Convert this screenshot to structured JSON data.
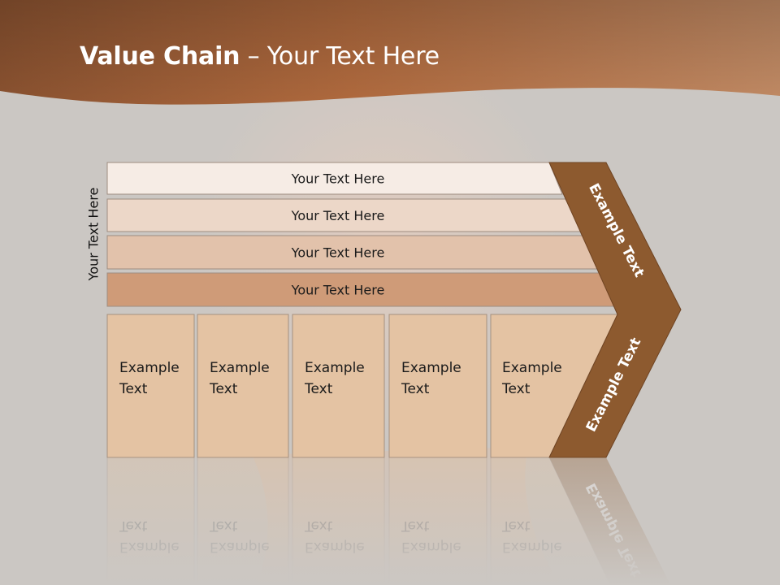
{
  "slide": {
    "title_bold": "Value Chain",
    "title_rest": " – Your Text Here",
    "side_label": "Your Text Here"
  },
  "rows": [
    {
      "label": "Your Text Here",
      "color": "#f6ece5"
    },
    {
      "label": "Your Text Here",
      "color": "#ecd7c8"
    },
    {
      "label": "Your Text Here",
      "color": "#e2c2ab"
    },
    {
      "label": "Your Text Here",
      "color": "#cf9b78"
    }
  ],
  "columns": [
    {
      "line1": "Example",
      "line2": "Text"
    },
    {
      "line1": "Example",
      "line2": "Text"
    },
    {
      "line1": "Example",
      "line2": "Text"
    },
    {
      "line1": "Example",
      "line2": "Text"
    },
    {
      "line1": "Example",
      "line2": "Text"
    }
  ],
  "chevron": {
    "top_label": "Example Text",
    "bottom_label": "Example Text",
    "color": "#8d5a2f"
  },
  "colors": {
    "header": "#9a5f36",
    "background": "#cbc7c3",
    "column_fill": "#e4c3a3"
  }
}
